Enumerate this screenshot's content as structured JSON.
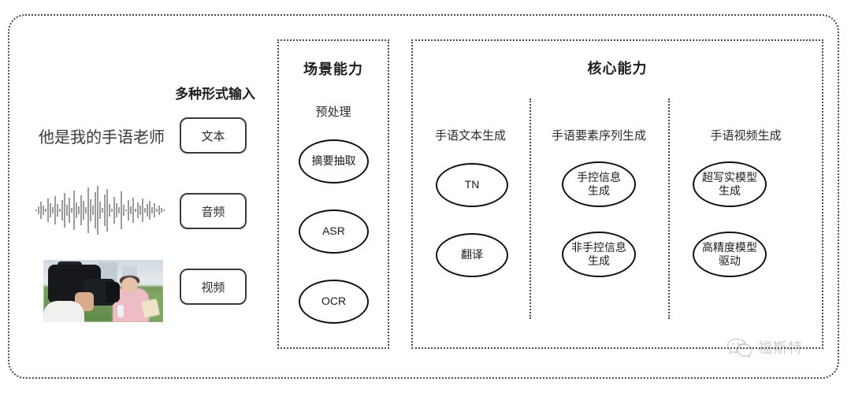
{
  "diagram": {
    "title_hidden": "",
    "input_section": {
      "heading": "多种形式输入",
      "sample_text": "他是我的手语老师",
      "waveform_icon": "audio-waveform-icon",
      "video_thumbnail_icon": "video-thumbnail-image",
      "buttons": [
        {
          "label": "文本"
        },
        {
          "label": "音频"
        },
        {
          "label": "视频"
        }
      ]
    },
    "scene_panel": {
      "title": "场景能力",
      "subhead": "预处理",
      "nodes": [
        {
          "label": "摘要抽取"
        },
        {
          "label": "ASR"
        },
        {
          "label": "OCR"
        }
      ]
    },
    "core_panel": {
      "title": "核心能力",
      "columns": [
        {
          "heading": "手语文本生成",
          "nodes": [
            {
              "label": "TN"
            },
            {
              "label": "翻译"
            }
          ]
        },
        {
          "heading": "手语要素序列生成",
          "nodes": [
            {
              "label": "手控信息\n生成"
            },
            {
              "label": "非手控信息\n生成"
            }
          ]
        },
        {
          "heading": "手语视频生成",
          "nodes": [
            {
              "label": "超写实模型\n生成"
            },
            {
              "label": "高精度模型\n驱动"
            }
          ]
        }
      ]
    },
    "watermark": {
      "icon": "wechat-logo-icon",
      "label": "福斯特"
    },
    "colors": {
      "border_dotted": "#4a4a4a",
      "node_outline": "#111111",
      "text": "#2b2b2b",
      "background": "#ffffff"
    }
  }
}
